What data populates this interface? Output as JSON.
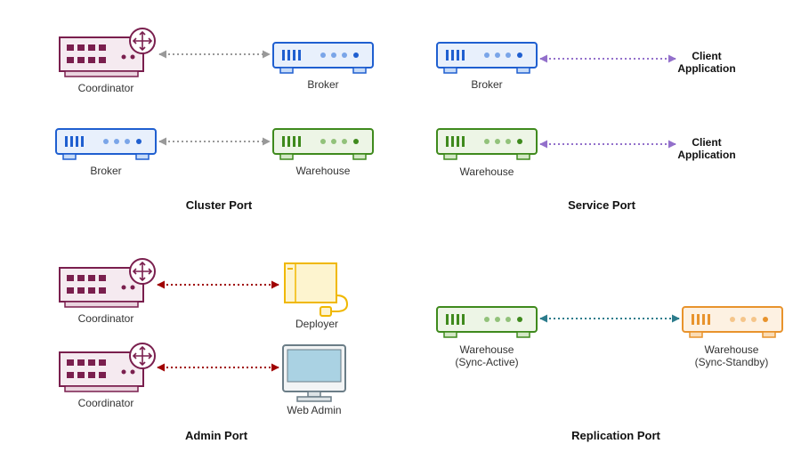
{
  "colors": {
    "coordinator": "#7a1f4e",
    "coordinator_fill": "#f5eaf0",
    "broker": "#1f5fd0",
    "broker_fill": "#e8f0fc",
    "warehouse": "#3f8a1d",
    "warehouse_fill": "#edf5e6",
    "standby": "#e8932c",
    "standby_fill": "#fdf1e2",
    "deployer": "#f0b800",
    "deployer_fill": "#fdf4cf",
    "monitor": "#6b7d87",
    "screen": "#aad2e3",
    "arrow_gray": "#999999",
    "arrow_purple": "#9370cb",
    "arrow_red": "#a00000",
    "arrow_teal": "#2c7c8c"
  },
  "sections": {
    "cluster": {
      "title": "Cluster Port",
      "row1": {
        "left": "Coordinator",
        "right": "Broker"
      },
      "row2": {
        "left": "Broker",
        "right": "Warehouse"
      }
    },
    "service": {
      "title": "Service Port",
      "row1": {
        "left": "Broker",
        "right_line1": "Client",
        "right_line2": "Application"
      },
      "row2": {
        "left": "Warehouse",
        "right_line1": "Client",
        "right_line2": "Application"
      }
    },
    "admin": {
      "title": "Admin Port",
      "row1": {
        "left": "Coordinator",
        "right": "Deployer"
      },
      "row2": {
        "left": "Coordinator",
        "right": "Web Admin"
      }
    },
    "replication": {
      "title": "Replication Port",
      "left_line1": "Warehouse",
      "left_line2": "(Sync-Active)",
      "right_line1": "Warehouse",
      "right_line2": "(Sync-Standby)"
    }
  }
}
